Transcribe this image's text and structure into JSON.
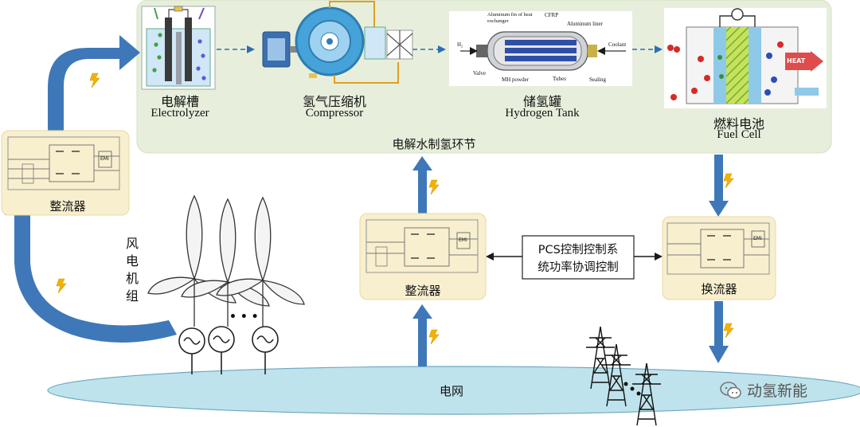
{
  "colors": {
    "cycle_bg": "#e7efdc",
    "arrow_blue": "#3f78b8",
    "converter_bg": "#f8efcf",
    "grid_fill": "#bfe3ec",
    "lightning": "#f2b300"
  },
  "cycle": {
    "title": "电解水制氢环节",
    "components": [
      {
        "cn": "电解槽",
        "en": "Electrolyzer"
      },
      {
        "cn": "氢气压缩机",
        "en": "Compressor"
      },
      {
        "cn": "储氢罐",
        "en": "Hydrogen Tank"
      },
      {
        "cn": "燃料电池",
        "en": "Fuel Cell"
      }
    ],
    "tank_callouts": [
      "Aluminum fin of heat exchanger",
      "CFRP",
      "Aluminum liner",
      "H₂",
      "Coolant",
      "Valve",
      "MH powder",
      "Tubes",
      "Sealing"
    ],
    "fuel_cell_heat": "HEAT"
  },
  "converters": {
    "left_rectifier": "整流器",
    "middle_rectifier": "整流器",
    "inverter": "换流器",
    "module_tag": "EMI"
  },
  "pcs": {
    "line1": "PCS控制控制系",
    "line2": "统功率协调控制"
  },
  "wind": {
    "label_chars": [
      "风",
      "电",
      "机",
      "组"
    ],
    "ellipsis": "• • •"
  },
  "grid": {
    "label": "电网"
  },
  "watermark": {
    "text": "动氢新能"
  }
}
